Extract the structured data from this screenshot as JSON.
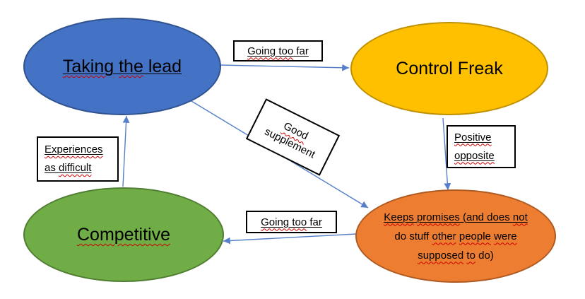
{
  "colors": {
    "background": "#FFFFFF",
    "connector": "#4472C4",
    "spellcheck_red": "#CC0000",
    "label_box_border": "#000000",
    "node_blue_fill": "#4472C4",
    "node_blue_border": "#2F528F",
    "node_yellow_fill": "#FFC000",
    "node_yellow_border": "#BF9000",
    "node_green_fill": "#70AD47",
    "node_green_border": "#507E32",
    "node_orange_fill": "#ED7D31",
    "node_orange_border": "#AE5A21"
  },
  "nodes": {
    "lead": {
      "label": "Taking the lead",
      "runs": {
        "w1": "Taking",
        "sp": " ",
        "w2": "the",
        "rest": " lead"
      }
    },
    "control": {
      "label": "Control Freak"
    },
    "competitive": {
      "label": "Competitive"
    },
    "promises": {
      "label": "Keeps promises (and does not do stuff other people were supposed to do)",
      "line1": {
        "w1": "Keeps",
        "sp1": " ",
        "w2": "promises",
        "mid": " (and does ",
        "w3": "not"
      },
      "line2": {
        "pre": "do stuff ",
        "w1": "other",
        "sp1": " ",
        "w2": "people",
        "sp2": " ",
        "w3": "were"
      },
      "line3": {
        "w1": "supposed",
        "sp1": " ",
        "w2": "to",
        "post": " do)"
      }
    }
  },
  "edge_labels": {
    "going_top": {
      "wavy": "Going too",
      "rest": " far"
    },
    "good_supplement": {
      "line1": "Good",
      "line2": "supplement"
    },
    "experiences": {
      "line1": "Experiences",
      "line2_pre": "as ",
      "line2_wavy": "difficult"
    },
    "positive": {
      "line1": "Positive",
      "line2": "opposite"
    },
    "going_bottom": {
      "wavy": "Going too",
      "rest": " far"
    }
  },
  "connections": [
    {
      "from": "Taking the lead",
      "to": "Control Freak",
      "label": "Going too far"
    },
    {
      "from": "Taking the lead",
      "to": "Keeps promises (and does not do stuff other people were supposed to do)",
      "label": "Good supplement"
    },
    {
      "from": "Control Freak",
      "to": "Keeps promises (and does not do stuff other people were supposed to do)",
      "label": "Positive opposite"
    },
    {
      "from": "Keeps promises (and does not do stuff other people were supposed to do)",
      "to": "Competitive",
      "label": "Going too far"
    },
    {
      "from": "Competitive",
      "to": "Taking the lead",
      "label": "Experiences as difficult"
    }
  ]
}
